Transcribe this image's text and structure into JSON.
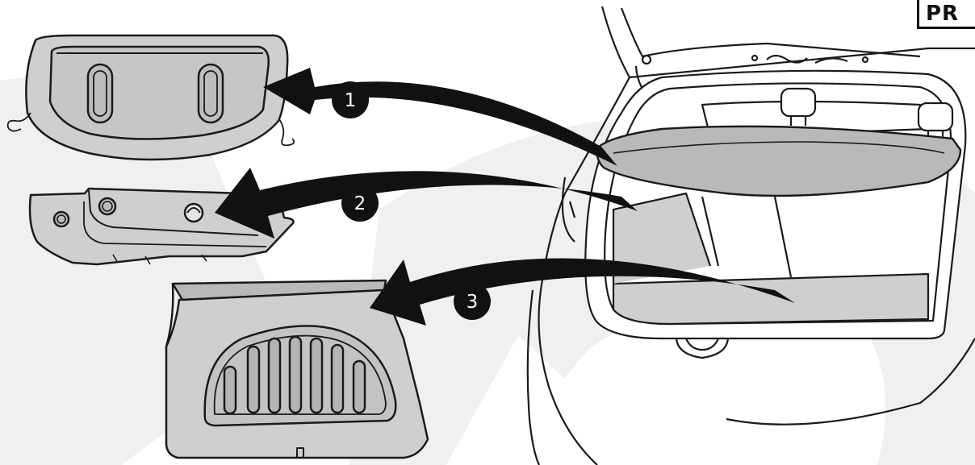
{
  "badge": {
    "text": "PR"
  },
  "callouts": [
    {
      "id": 1,
      "label": "1",
      "part": "parcel-shelf"
    },
    {
      "id": 2,
      "label": "2",
      "part": "side-trim-panel"
    },
    {
      "id": 3,
      "label": "3",
      "part": "boot-floor-liner"
    }
  ],
  "colors": {
    "part_fill": "#cfcfcf",
    "part_fill_dark": "#b9b9b9",
    "outline": "#1a1a1a",
    "arrow": "#111111",
    "watermark": "#f0f0f0"
  },
  "icons": [
    "arrow-left-curved-icon",
    "numbered-circle-icon"
  ]
}
